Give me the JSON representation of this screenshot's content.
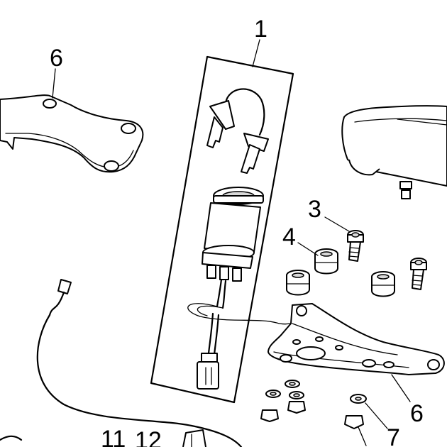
{
  "callouts": {
    "c1": "1",
    "c6_top": "6",
    "c3": "3",
    "c4": "4",
    "c6_bottom": "6",
    "c7": "7",
    "c11": "11",
    "c12": "12"
  },
  "colors": {
    "line": "#000000",
    "background": "#ffffff"
  }
}
